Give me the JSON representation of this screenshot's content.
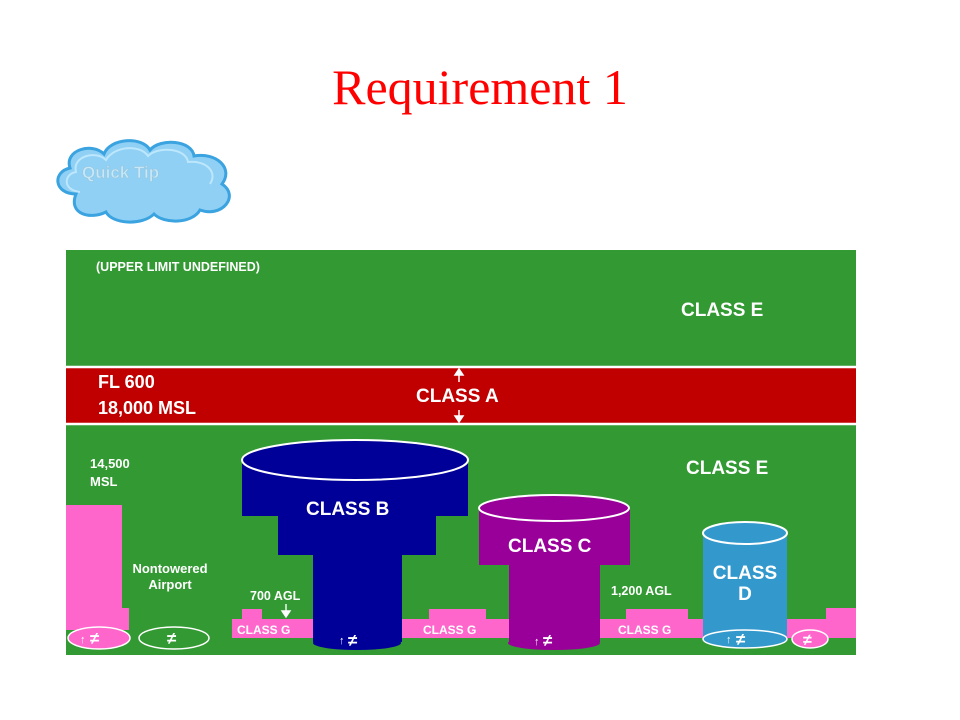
{
  "slide": {
    "title": "Requirement 1"
  },
  "quick_tip": {
    "label": "Quick Tip"
  },
  "diagram": {
    "upper_limit": "(UPPER LIMIT UNDEFINED)",
    "class_e_top": "CLASS E",
    "fl600": "FL 600",
    "msl18000": "18,000 MSL",
    "class_a": "CLASS A",
    "class_e_mid": "CLASS E",
    "msl14500_line1": "14,500",
    "msl14500_line2": "MSL",
    "nontowered_line1": "Nontowered",
    "nontowered_line2": "Airport",
    "agl700": "700 AGL",
    "agl1200": "1,200 AGL",
    "class_b": "CLASS B",
    "class_c": "CLASS C",
    "class_d_line1": "CLASS",
    "class_d_line2": "D",
    "class_g_1": "CLASS G",
    "class_g_2": "CLASS G",
    "class_g_3": "CLASS G",
    "not_equal": "≠",
    "arrow_up": "↑",
    "colors": {
      "class_e": "#339933",
      "class_a": "#c00000",
      "class_b": "#000099",
      "class_c": "#990099",
      "class_d": "#3399cc",
      "class_g": "#ff66cc",
      "label_white": "#ffffff",
      "title_red": "#ff0000"
    }
  }
}
